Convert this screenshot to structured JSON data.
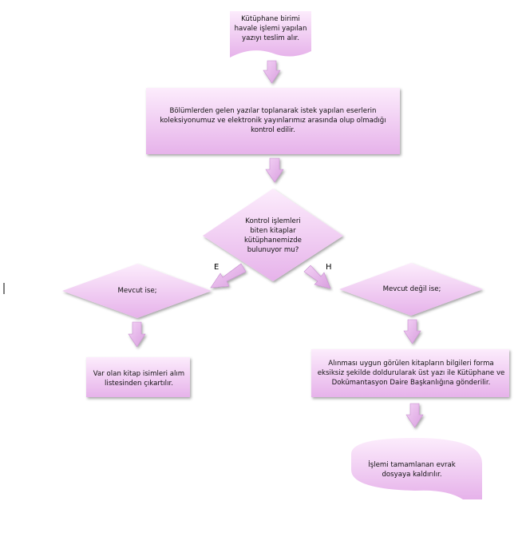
{
  "start": {
    "text": "Kütüphane birimi havale işlemi yapılan yazıyı teslim alır."
  },
  "collect": {
    "text": "Bölümlerden gelen yazılar toplanarak istek yapılan eserlerin koleksiyonumuz ve elektronik yayınlarımız arasında olup olmadığı kontrol edilir."
  },
  "decision": {
    "text": "Kontrol işlemleri biten kitaplar kütüphanemizde bulunuyor mu?",
    "yes_label": "E",
    "no_label": "H"
  },
  "exists": {
    "text": "Mevcut ise;"
  },
  "not_exists": {
    "text": "Mevcut değil ise;"
  },
  "remove": {
    "text": "Var olan kitap isimleri alım listesinden çıkartılır."
  },
  "send": {
    "text": "Alınması uygun görülen kitapların bilgileri forma eksiksiz şekilde doldurularak üst yazı ile Kütüphane ve Dokümantasyon Daire Başkanlığına gönderilir."
  },
  "end": {
    "text": "İşlemi tamamlanan evrak dosyaya kaldırılır."
  },
  "colors": {
    "fill_light": "#fbe6fb",
    "fill_dark": "#e3a8e6",
    "arrow": "#e7b3ec"
  }
}
